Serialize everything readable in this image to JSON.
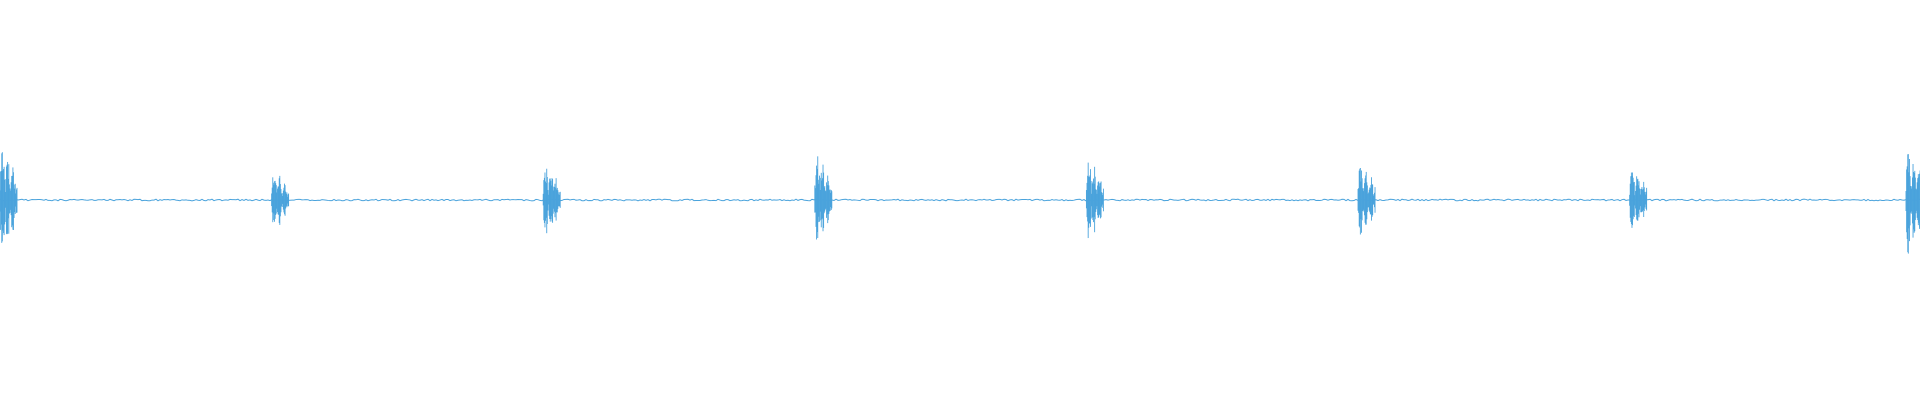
{
  "waveform": {
    "color": "#4aa3dc",
    "baseline_color": "#4aa3dc",
    "burst_count": 8,
    "burst_times": [
      0.0,
      0.1425,
      0.285,
      0.4275,
      0.57,
      0.7125,
      0.855,
      1.0
    ],
    "burst_peak_amplitude": [
      0.98,
      0.52,
      0.68,
      0.82,
      0.76,
      0.63,
      0.6,
      0.95
    ],
    "noise_floor_amplitude": 0.012
  }
}
